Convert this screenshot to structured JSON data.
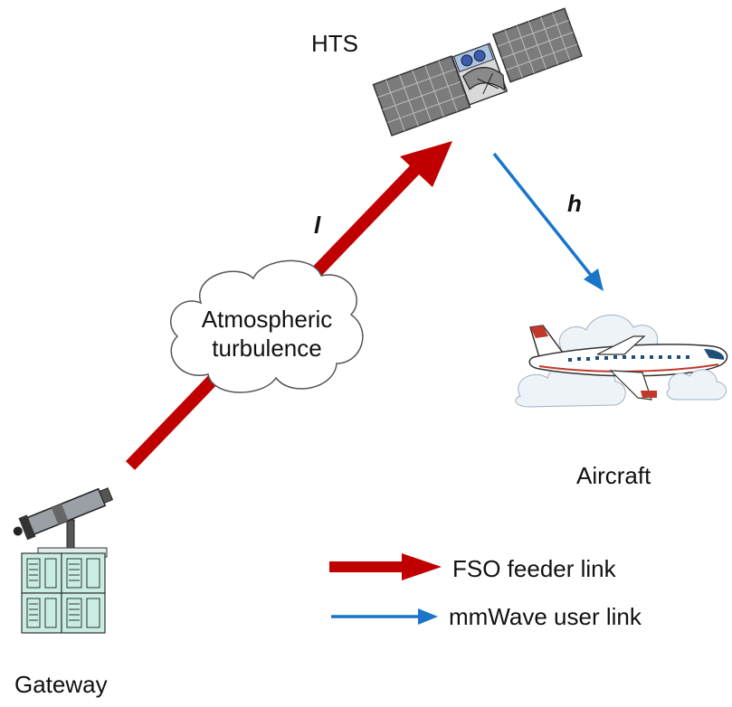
{
  "nodes": {
    "satellite": "HTS",
    "aircraft": "Aircraft",
    "gateway": "Gateway"
  },
  "cloud": {
    "line1": "Atmospheric",
    "line2": "turbulence"
  },
  "links": {
    "feeder_symbol": "l",
    "user_symbol": "h",
    "feeder_color": "#c00000",
    "user_color": "#1a75c9"
  },
  "legend": {
    "fso": "FSO feeder link",
    "mmwave": "mmWave user link"
  }
}
